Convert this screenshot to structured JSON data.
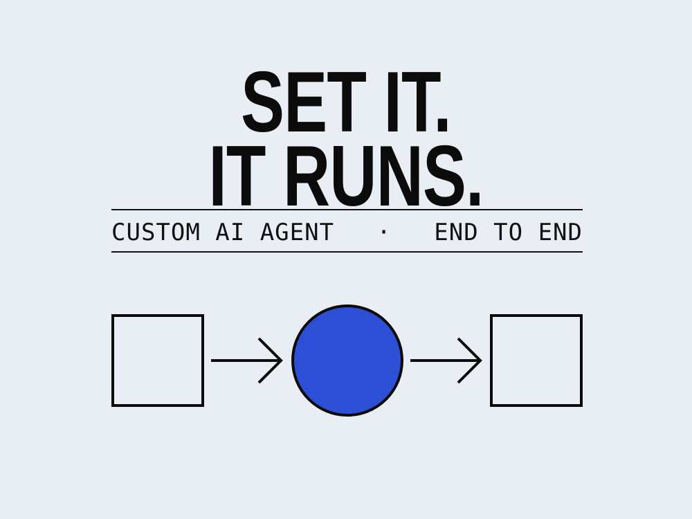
{
  "headline": {
    "line1": "SET IT.",
    "line2": "IT RUNS."
  },
  "tagline": {
    "left": "CUSTOM AI AGENT",
    "separator": "·",
    "right": "END TO END"
  },
  "diagram": {
    "nodes": [
      {
        "shape": "square",
        "fill": "none"
      },
      {
        "shape": "circle",
        "fill": "#2d4fd6"
      },
      {
        "shape": "square",
        "fill": "none"
      }
    ],
    "edges": [
      {
        "from": 0,
        "to": 1
      },
      {
        "from": 1,
        "to": 2
      }
    ],
    "colors": {
      "background": "#e9eef5",
      "ink": "#0b0b0b",
      "accent": "#2d4fd6"
    }
  }
}
